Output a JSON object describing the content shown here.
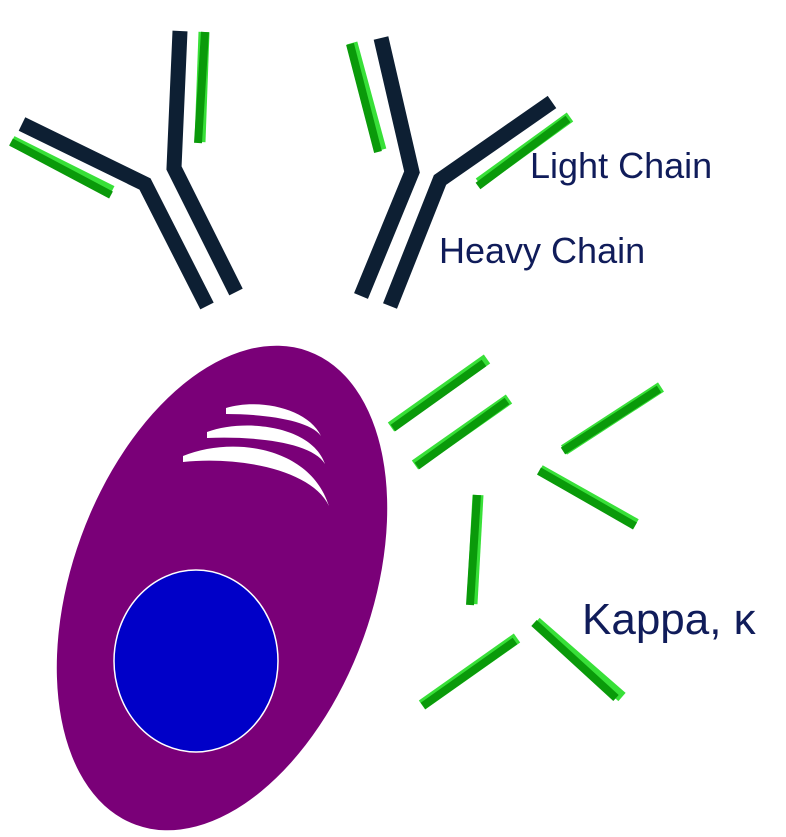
{
  "labels": {
    "light_chain": "Light Chain",
    "heavy_chain": "Heavy Chain",
    "kappa": "Kappa, κ"
  },
  "colors": {
    "heavy_chain": "#0d1f33",
    "light_chain": "#0a9a0a",
    "light_chain_highlight": "#38e038",
    "cell_body": "#7a0078",
    "nucleus": "#0000c8",
    "nucleus_outline": "#ffffff",
    "er_stripes": "#ffffff",
    "label_text": "#101c5a"
  }
}
